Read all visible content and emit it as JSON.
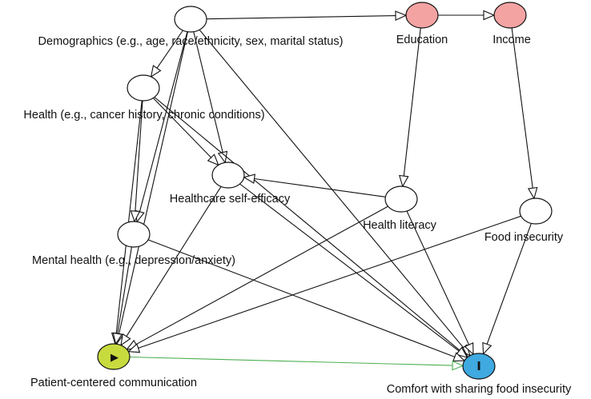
{
  "colors": {
    "node_default": "#ffffff",
    "node_ancestor_outcome": "#f4a3a3",
    "node_ancestor_outcome_stroke": "#d26a6a",
    "node_exposure": "#c8db3e",
    "node_outcome": "#3fa9e0",
    "edge_default": "#111111",
    "edge_causal": "#4caf50"
  },
  "nodes": [
    {
      "id": "demographics",
      "label": "Demographics (e.g., age, race/ethnicity, sex, marital status)",
      "kind": "default"
    },
    {
      "id": "education",
      "label": "Education",
      "kind": "ancestor_outcome"
    },
    {
      "id": "income",
      "label": "Income",
      "kind": "ancestor_outcome"
    },
    {
      "id": "health",
      "label": "Health (e.g., cancer history, chronic conditions)",
      "kind": "default"
    },
    {
      "id": "self_efficacy",
      "label": "Healthcare self-efficacy",
      "kind": "default"
    },
    {
      "id": "literacy",
      "label": "Health literacy",
      "kind": "default"
    },
    {
      "id": "food",
      "label": "Food insecurity",
      "kind": "default"
    },
    {
      "id": "mental",
      "label": "Mental health (e.g., depression/anxiety)",
      "kind": "default"
    },
    {
      "id": "pcc",
      "label": "Patient-centered communication",
      "kind": "exposure",
      "symbol": "▶"
    },
    {
      "id": "comfort",
      "label": "Comfort with sharing food insecurity",
      "kind": "outcome",
      "symbol": "I"
    }
  ],
  "edges": [
    {
      "from": "demographics",
      "to": "education",
      "kind": "default"
    },
    {
      "from": "education",
      "to": "income",
      "kind": "default"
    },
    {
      "from": "demographics",
      "to": "health",
      "kind": "default"
    },
    {
      "from": "demographics",
      "to": "self_efficacy",
      "kind": "default"
    },
    {
      "from": "demographics",
      "to": "mental",
      "kind": "default"
    },
    {
      "from": "demographics",
      "to": "pcc",
      "kind": "default"
    },
    {
      "from": "demographics",
      "to": "comfort",
      "kind": "default"
    },
    {
      "from": "health",
      "to": "self_efficacy",
      "kind": "default"
    },
    {
      "from": "health",
      "to": "mental",
      "kind": "default"
    },
    {
      "from": "health",
      "to": "pcc",
      "kind": "default"
    },
    {
      "from": "health",
      "to": "comfort",
      "kind": "default"
    },
    {
      "from": "education",
      "to": "literacy",
      "kind": "default"
    },
    {
      "from": "income",
      "to": "food",
      "kind": "default"
    },
    {
      "from": "literacy",
      "to": "self_efficacy",
      "kind": "default"
    },
    {
      "from": "literacy",
      "to": "pcc",
      "kind": "default"
    },
    {
      "from": "literacy",
      "to": "comfort",
      "kind": "default"
    },
    {
      "from": "self_efficacy",
      "to": "pcc",
      "kind": "default"
    },
    {
      "from": "self_efficacy",
      "to": "comfort",
      "kind": "default"
    },
    {
      "from": "food",
      "to": "pcc",
      "kind": "default"
    },
    {
      "from": "food",
      "to": "comfort",
      "kind": "default"
    },
    {
      "from": "mental",
      "to": "pcc",
      "kind": "default"
    },
    {
      "from": "mental",
      "to": "comfort",
      "kind": "default"
    },
    {
      "from": "pcc",
      "to": "comfort",
      "kind": "causal"
    }
  ]
}
